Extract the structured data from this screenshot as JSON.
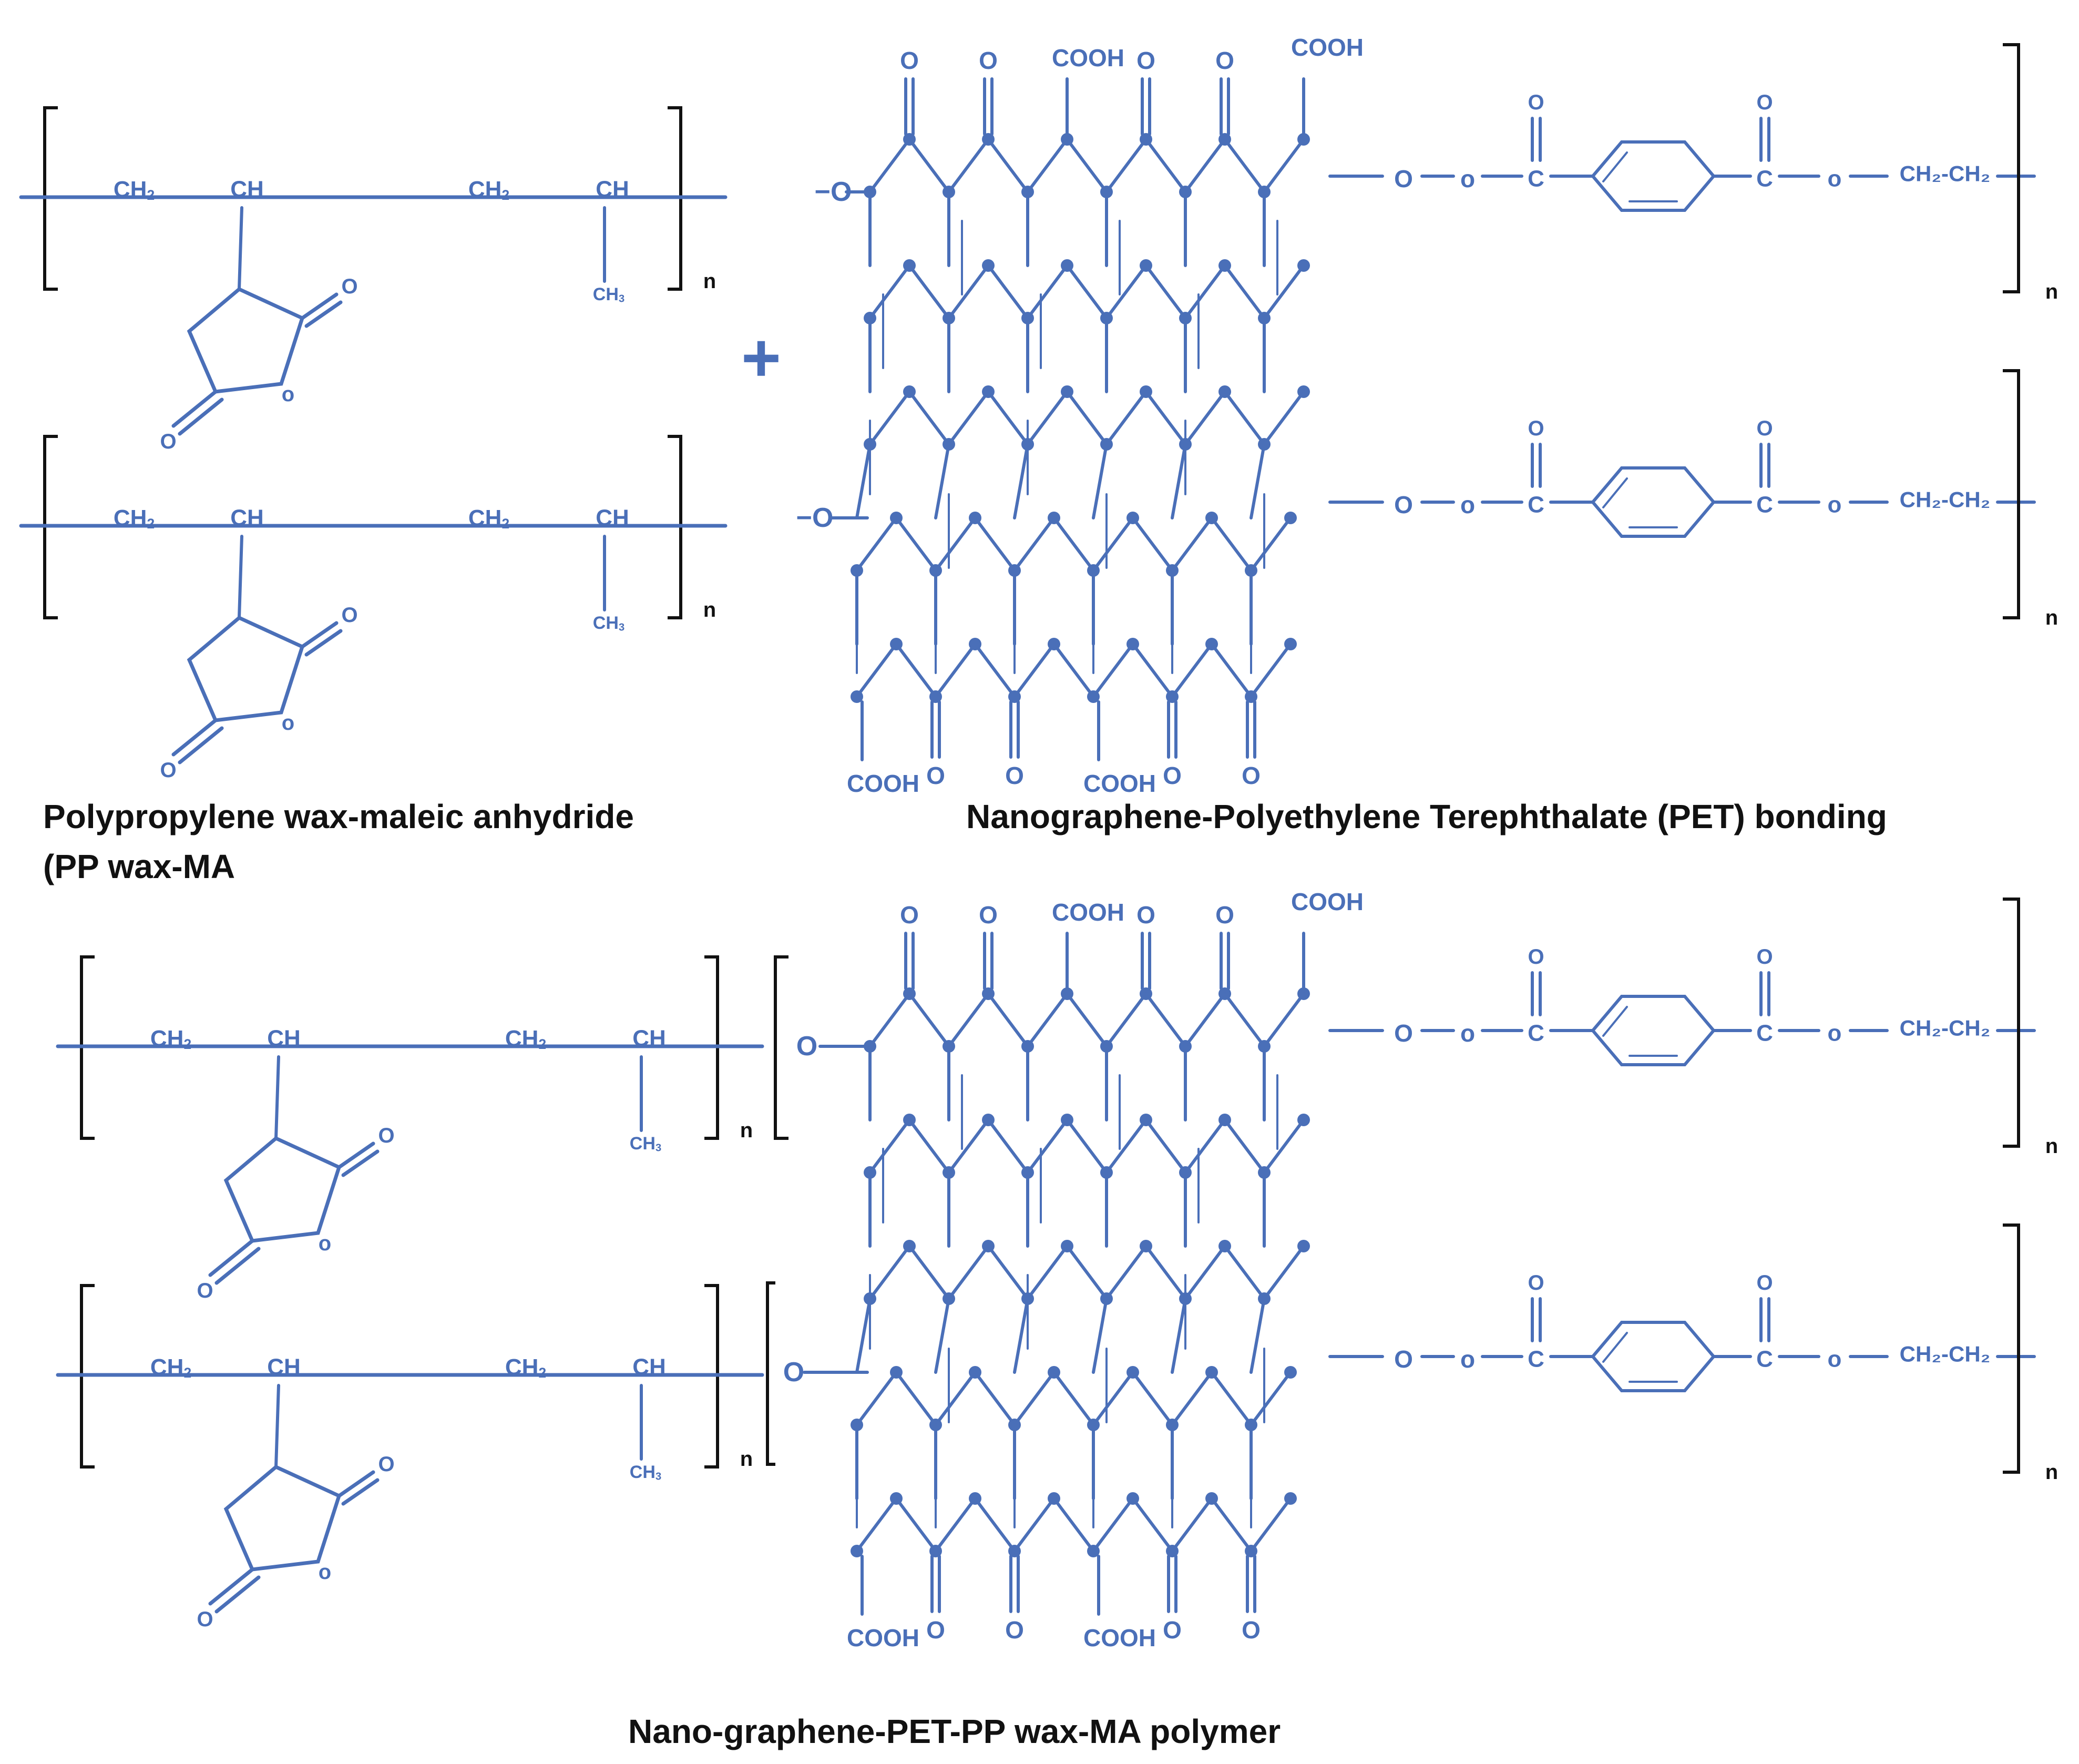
{
  "captions": {
    "pp_wax_ma_line1": "Polypropylene wax-maleic anhydride",
    "pp_wax_ma_line2": "(PP wax-MA",
    "nanographene_pet": "Nanographene-Polyethylene Terephthalate (PET) bonding",
    "product": "Nano-graphene-PET-PP wax-MA polymer"
  },
  "labels": {
    "ch2": "CH",
    "ch2_sub": "2",
    "ch": "CH",
    "ch3": "CH",
    "ch3_sub": "3",
    "ch2_ch2": "CH₂-CH₂",
    "oxygen": "O",
    "ring_oxygen": "o",
    "carbon": "C",
    "cooh": "COOH",
    "repeat": "n",
    "plus": "+"
  },
  "colors": {
    "structure": "#4a6fb8",
    "text": "#111111",
    "background": "#ffffff"
  }
}
